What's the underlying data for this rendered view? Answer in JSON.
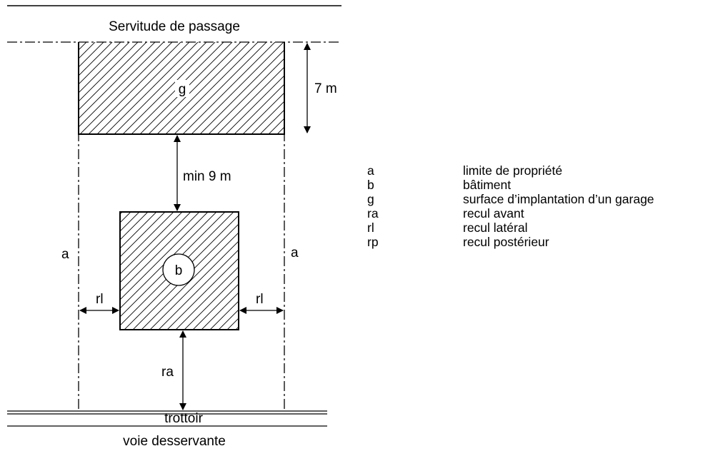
{
  "diagram": {
    "top_band_label": "Servitude de passage",
    "garage_label": "g",
    "garage_depth_label": "7 m",
    "min_distance_label": "min 9 m",
    "building_label": "b",
    "left_boundary_label": "a",
    "right_boundary_label": "a",
    "left_setback_label": "rl",
    "right_setback_label": "rl",
    "front_setback_label": "ra",
    "sidewalk_label": "trottoir",
    "road_label": "voie desservante"
  },
  "legend": {
    "items": [
      {
        "key": "a",
        "text": "limite de propriété"
      },
      {
        "key": "b",
        "text": "bâtiment"
      },
      {
        "key": "g",
        "text": "surface d’implantation d’un garage"
      },
      {
        "key": "ra",
        "text": "recul avant"
      },
      {
        "key": "rl",
        "text": "recul latéral"
      },
      {
        "key": "rp",
        "text": "recul postérieur"
      }
    ]
  }
}
